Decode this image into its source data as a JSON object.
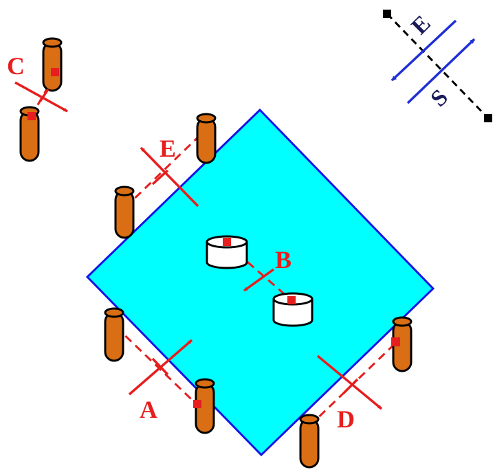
{
  "diagram": {
    "labels": {
      "a": "A",
      "b": "B",
      "c": "C",
      "d": "D",
      "e": "E"
    },
    "compass": {
      "upper": "E",
      "lower": "S"
    },
    "colors": {
      "plate_fill": "#00ffff",
      "plate_stroke": "#1414e6",
      "pillar_fill": "#d96e14",
      "annotation": "#e61e1e",
      "compass_arrow": "#1f2fd6",
      "compass_text": "#1a1a5a"
    }
  }
}
